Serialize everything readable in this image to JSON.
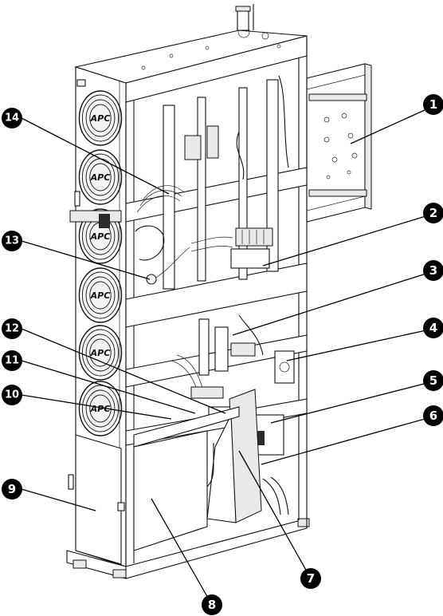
{
  "diagram": {
    "fan_logo": "APC",
    "callouts": [
      "1",
      "2",
      "3",
      "4",
      "5",
      "6",
      "7",
      "8",
      "9",
      "10",
      "11",
      "12",
      "13",
      "14"
    ],
    "colors": {
      "line": "#111111",
      "badge": "#000000",
      "badge_text": "#ffffff",
      "background": "#ffffff"
    }
  }
}
